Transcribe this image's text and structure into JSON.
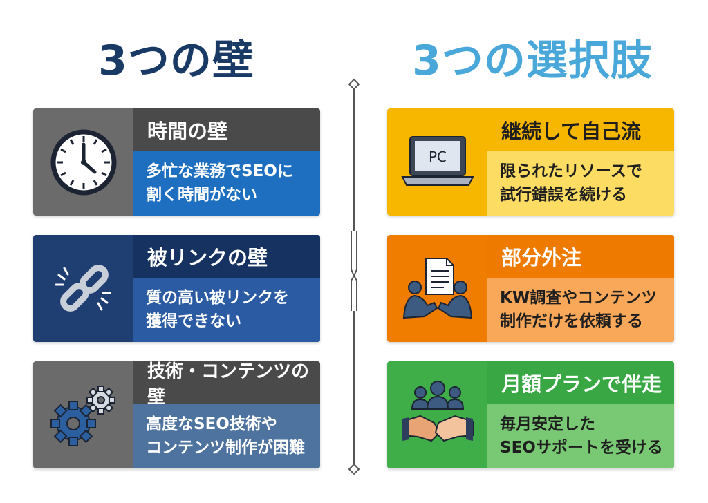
{
  "headings": {
    "left": "3つの壁",
    "right": "3つの選択肢"
  },
  "walls": [
    {
      "title": "時間の壁",
      "lines": [
        "多忙な業務でSEOに",
        "割く時間がない"
      ],
      "icon": "clock-icon"
    },
    {
      "title": "被リンクの壁",
      "lines": [
        "質の高い被リンクを",
        "獲得できない"
      ],
      "icon": "broken-chain-icon"
    },
    {
      "title": "技術・コンテンツの壁",
      "lines": [
        "高度なSEO技術や",
        "コンテンツ制作が困難"
      ],
      "icon": "gears-icon"
    }
  ],
  "options": [
    {
      "title": "継続して自己流",
      "lines": [
        "限られたリソースで",
        "試行錯誤を続ける"
      ],
      "icon": "laptop-icon",
      "icon_text": "PC"
    },
    {
      "title": "部分外注",
      "lines": [
        "KW調査やコンテンツ",
        "制作だけを依頼する"
      ],
      "icon": "outsourcing-document-icon"
    },
    {
      "title": "月額プランで伴走",
      "lines": [
        "毎月安定した",
        "SEOサポートを受ける"
      ],
      "icon": "team-handshake-icon"
    }
  ],
  "colors": {
    "left_heading": "#1a3a66",
    "right_heading": "#4aa7d9",
    "yellow": "#f7b700",
    "orange": "#ee7a00",
    "green": "#39a844"
  }
}
